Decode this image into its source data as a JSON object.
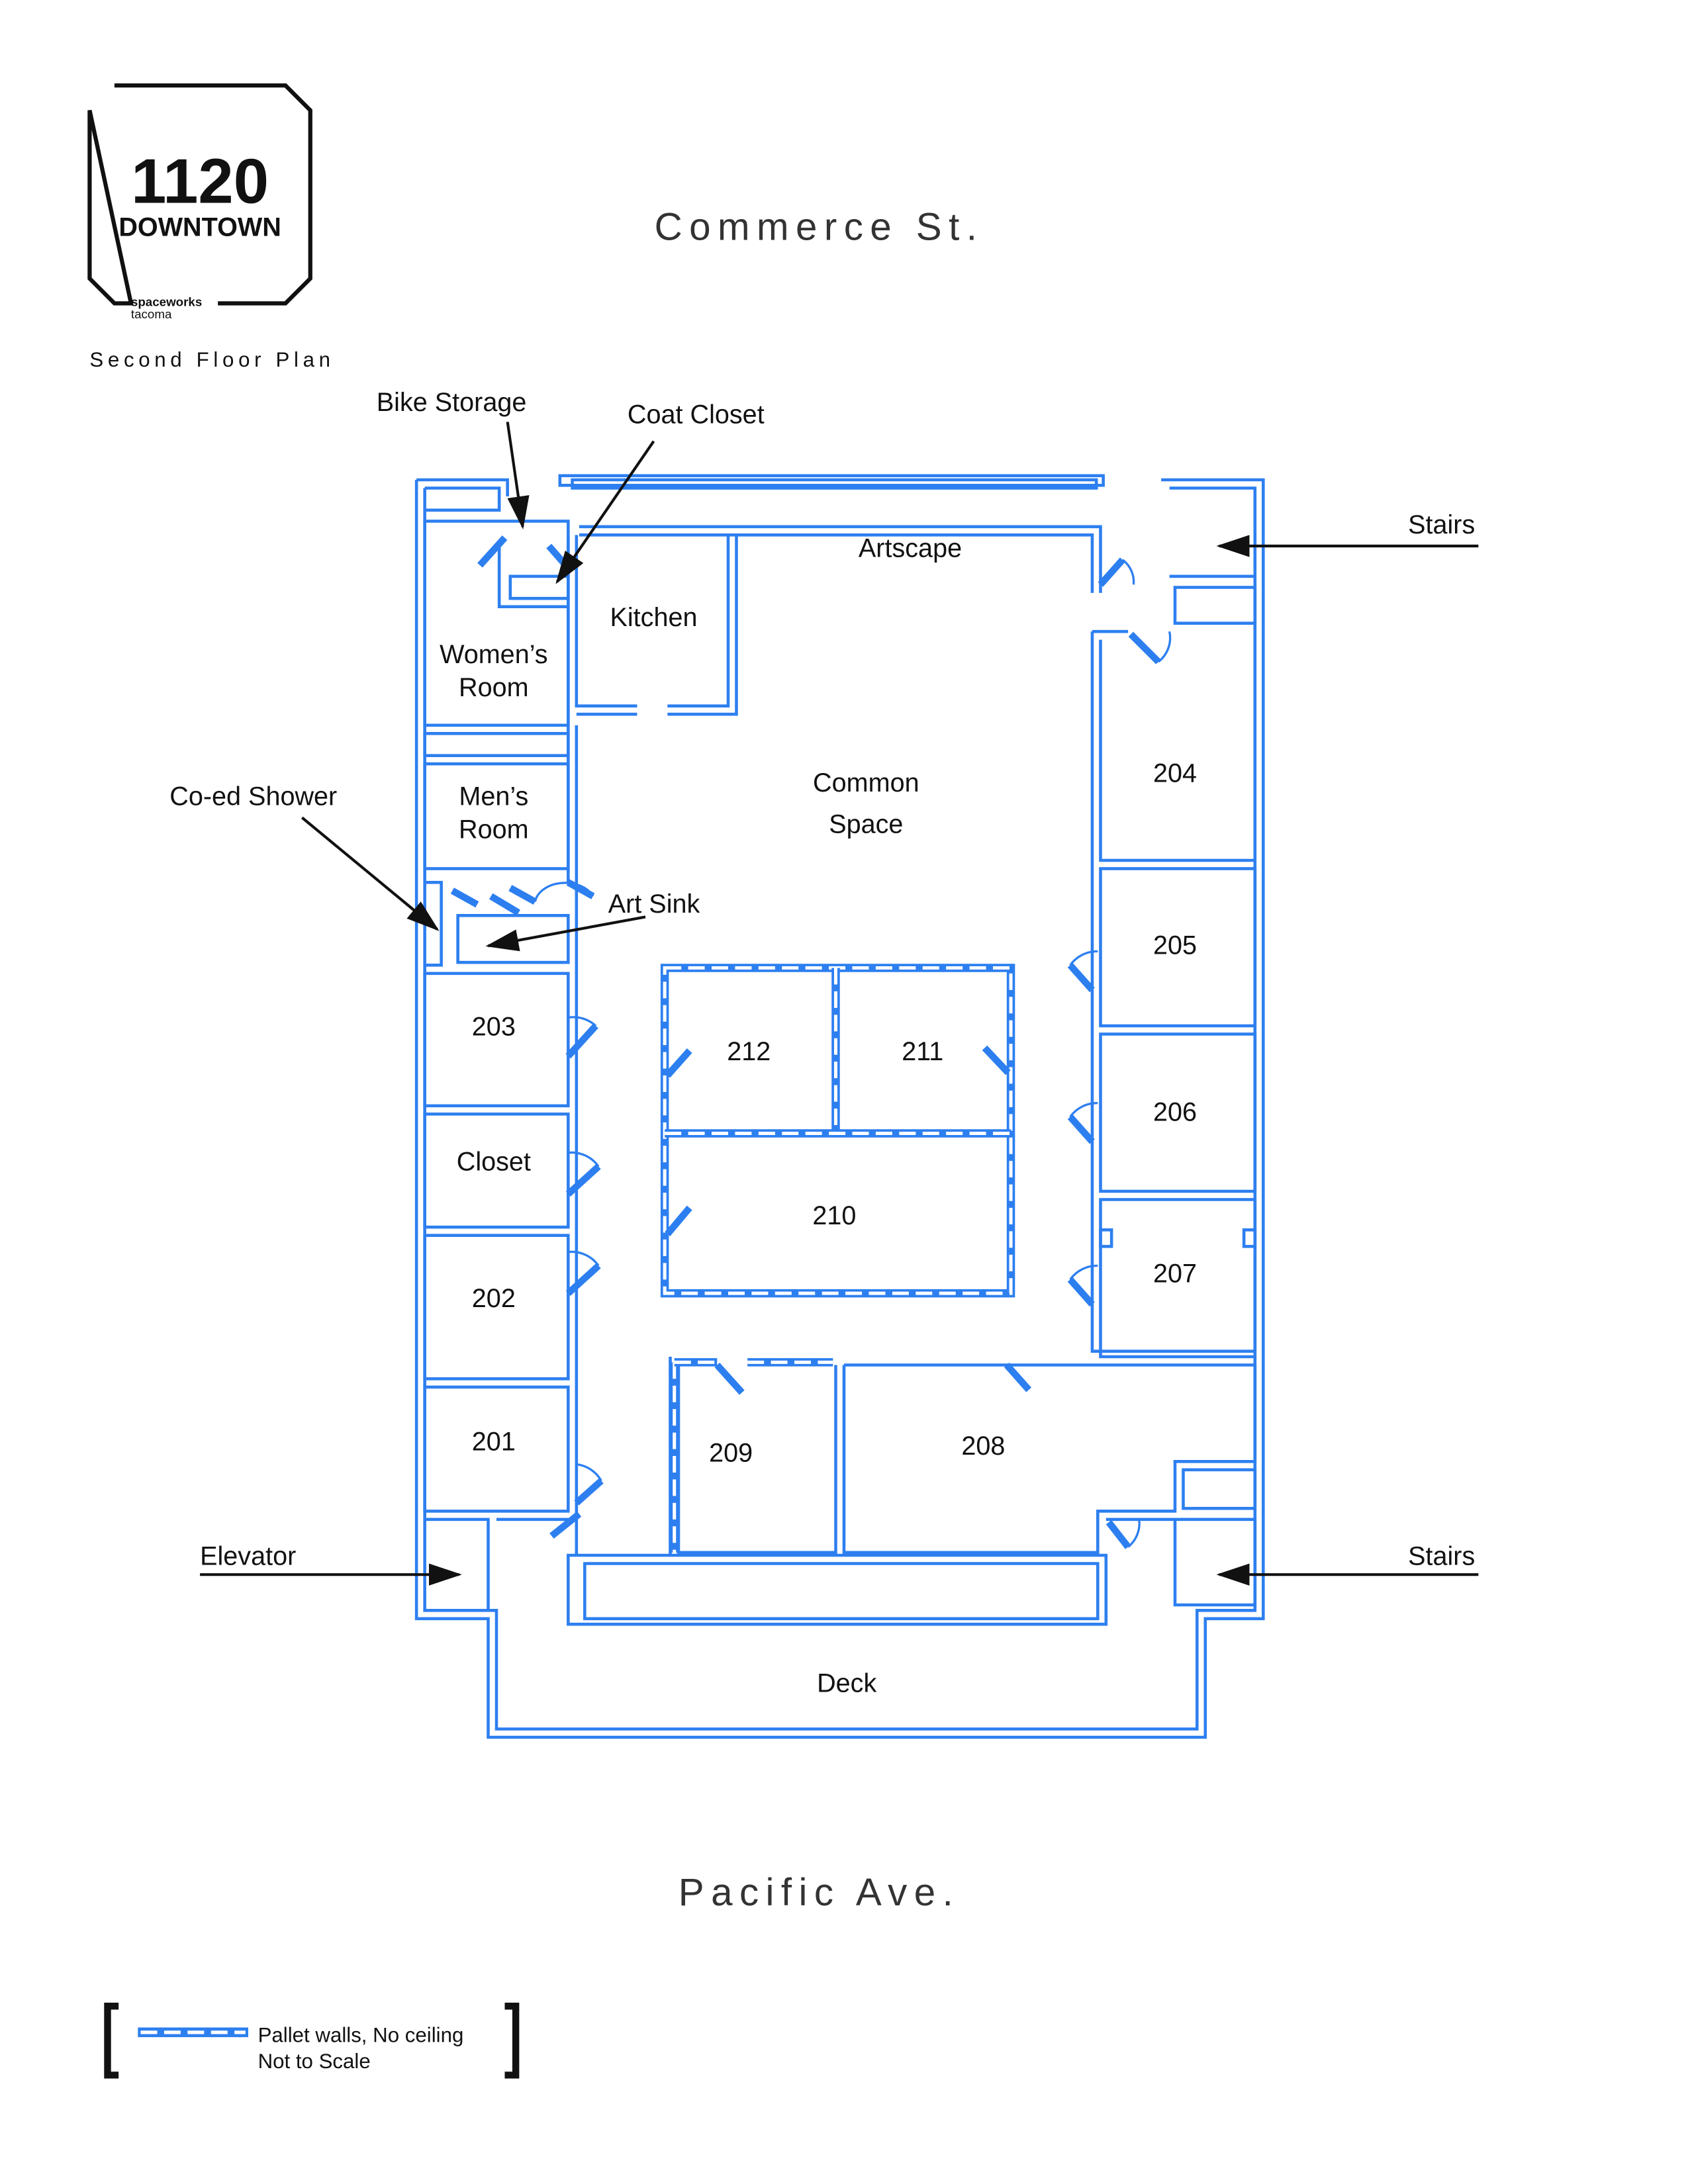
{
  "logo": {
    "number": "1120",
    "name": "DOWNTOWN",
    "org_line1": "spaceworks",
    "org_line2": "tacoma"
  },
  "subtitle": "Second Floor Plan",
  "streets": {
    "top": "Commerce St.",
    "bottom": "Pacific Ave."
  },
  "rooms": {
    "kitchen": "Kitchen",
    "artscape": "Artscape",
    "womens_line1": "Women’s",
    "womens_line2": "Room",
    "mens_line1": "Men’s",
    "mens_line2": "Room",
    "common_line1": "Common",
    "common_line2": "Space",
    "r204": "204",
    "r205": "205",
    "r206": "206",
    "r207": "207",
    "r208": "208",
    "r209": "209",
    "r210": "210",
    "r211": "211",
    "r212": "212",
    "r203": "203",
    "closet": "Closet",
    "r202": "202",
    "r201": "201",
    "deck": "Deck"
  },
  "callouts": {
    "bike_storage": "Bike Storage",
    "coat_closet": "Coat Closet",
    "stairs_top": "Stairs",
    "coed_shower": "Co-ed Shower",
    "art_sink": "Art Sink",
    "elevator": "Elevator",
    "stairs_bottom": "Stairs"
  },
  "legend": {
    "line1": "Pallet walls, No ceiling",
    "line2": "Not to Scale"
  },
  "colors": {
    "wall": "#2d7ff0",
    "text": "#111111"
  }
}
